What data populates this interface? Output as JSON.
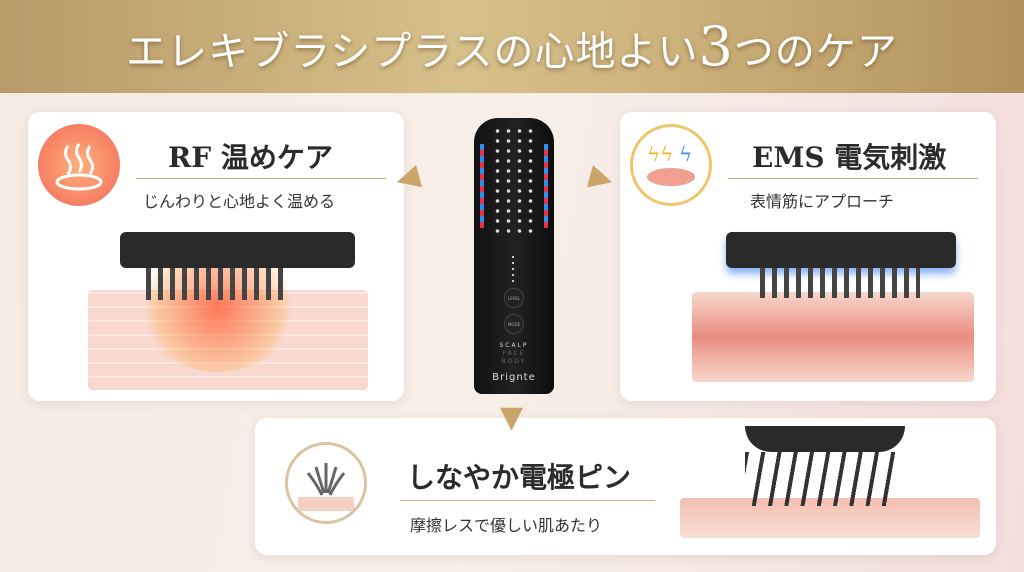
{
  "header": {
    "title_pre": "エレキブラシプラスの心地よい",
    "title_num": "3",
    "title_post": "つのケア"
  },
  "cards": [
    {
      "title": "RF 温めケア",
      "subtitle": "じんわりと心地よく温める",
      "icon": "heat-waves-icon"
    },
    {
      "title": "EMS 電気刺激",
      "subtitle": "表情筋にアプローチ",
      "icon": "lightning-muscle-icon"
    },
    {
      "title": "しなやか電極ピン",
      "subtitle": "摩擦レスで優しい肌あたり",
      "icon": "flexible-pins-icon"
    }
  ],
  "device": {
    "brand": "Brignte",
    "button1": "LEVEL",
    "button2": "MODE",
    "modes": [
      "SCALP",
      "FACE",
      "BODY"
    ]
  },
  "colors": {
    "gold": "#c9a56a",
    "red_led": "#e8324a",
    "blue_led": "#2f8ff0"
  }
}
